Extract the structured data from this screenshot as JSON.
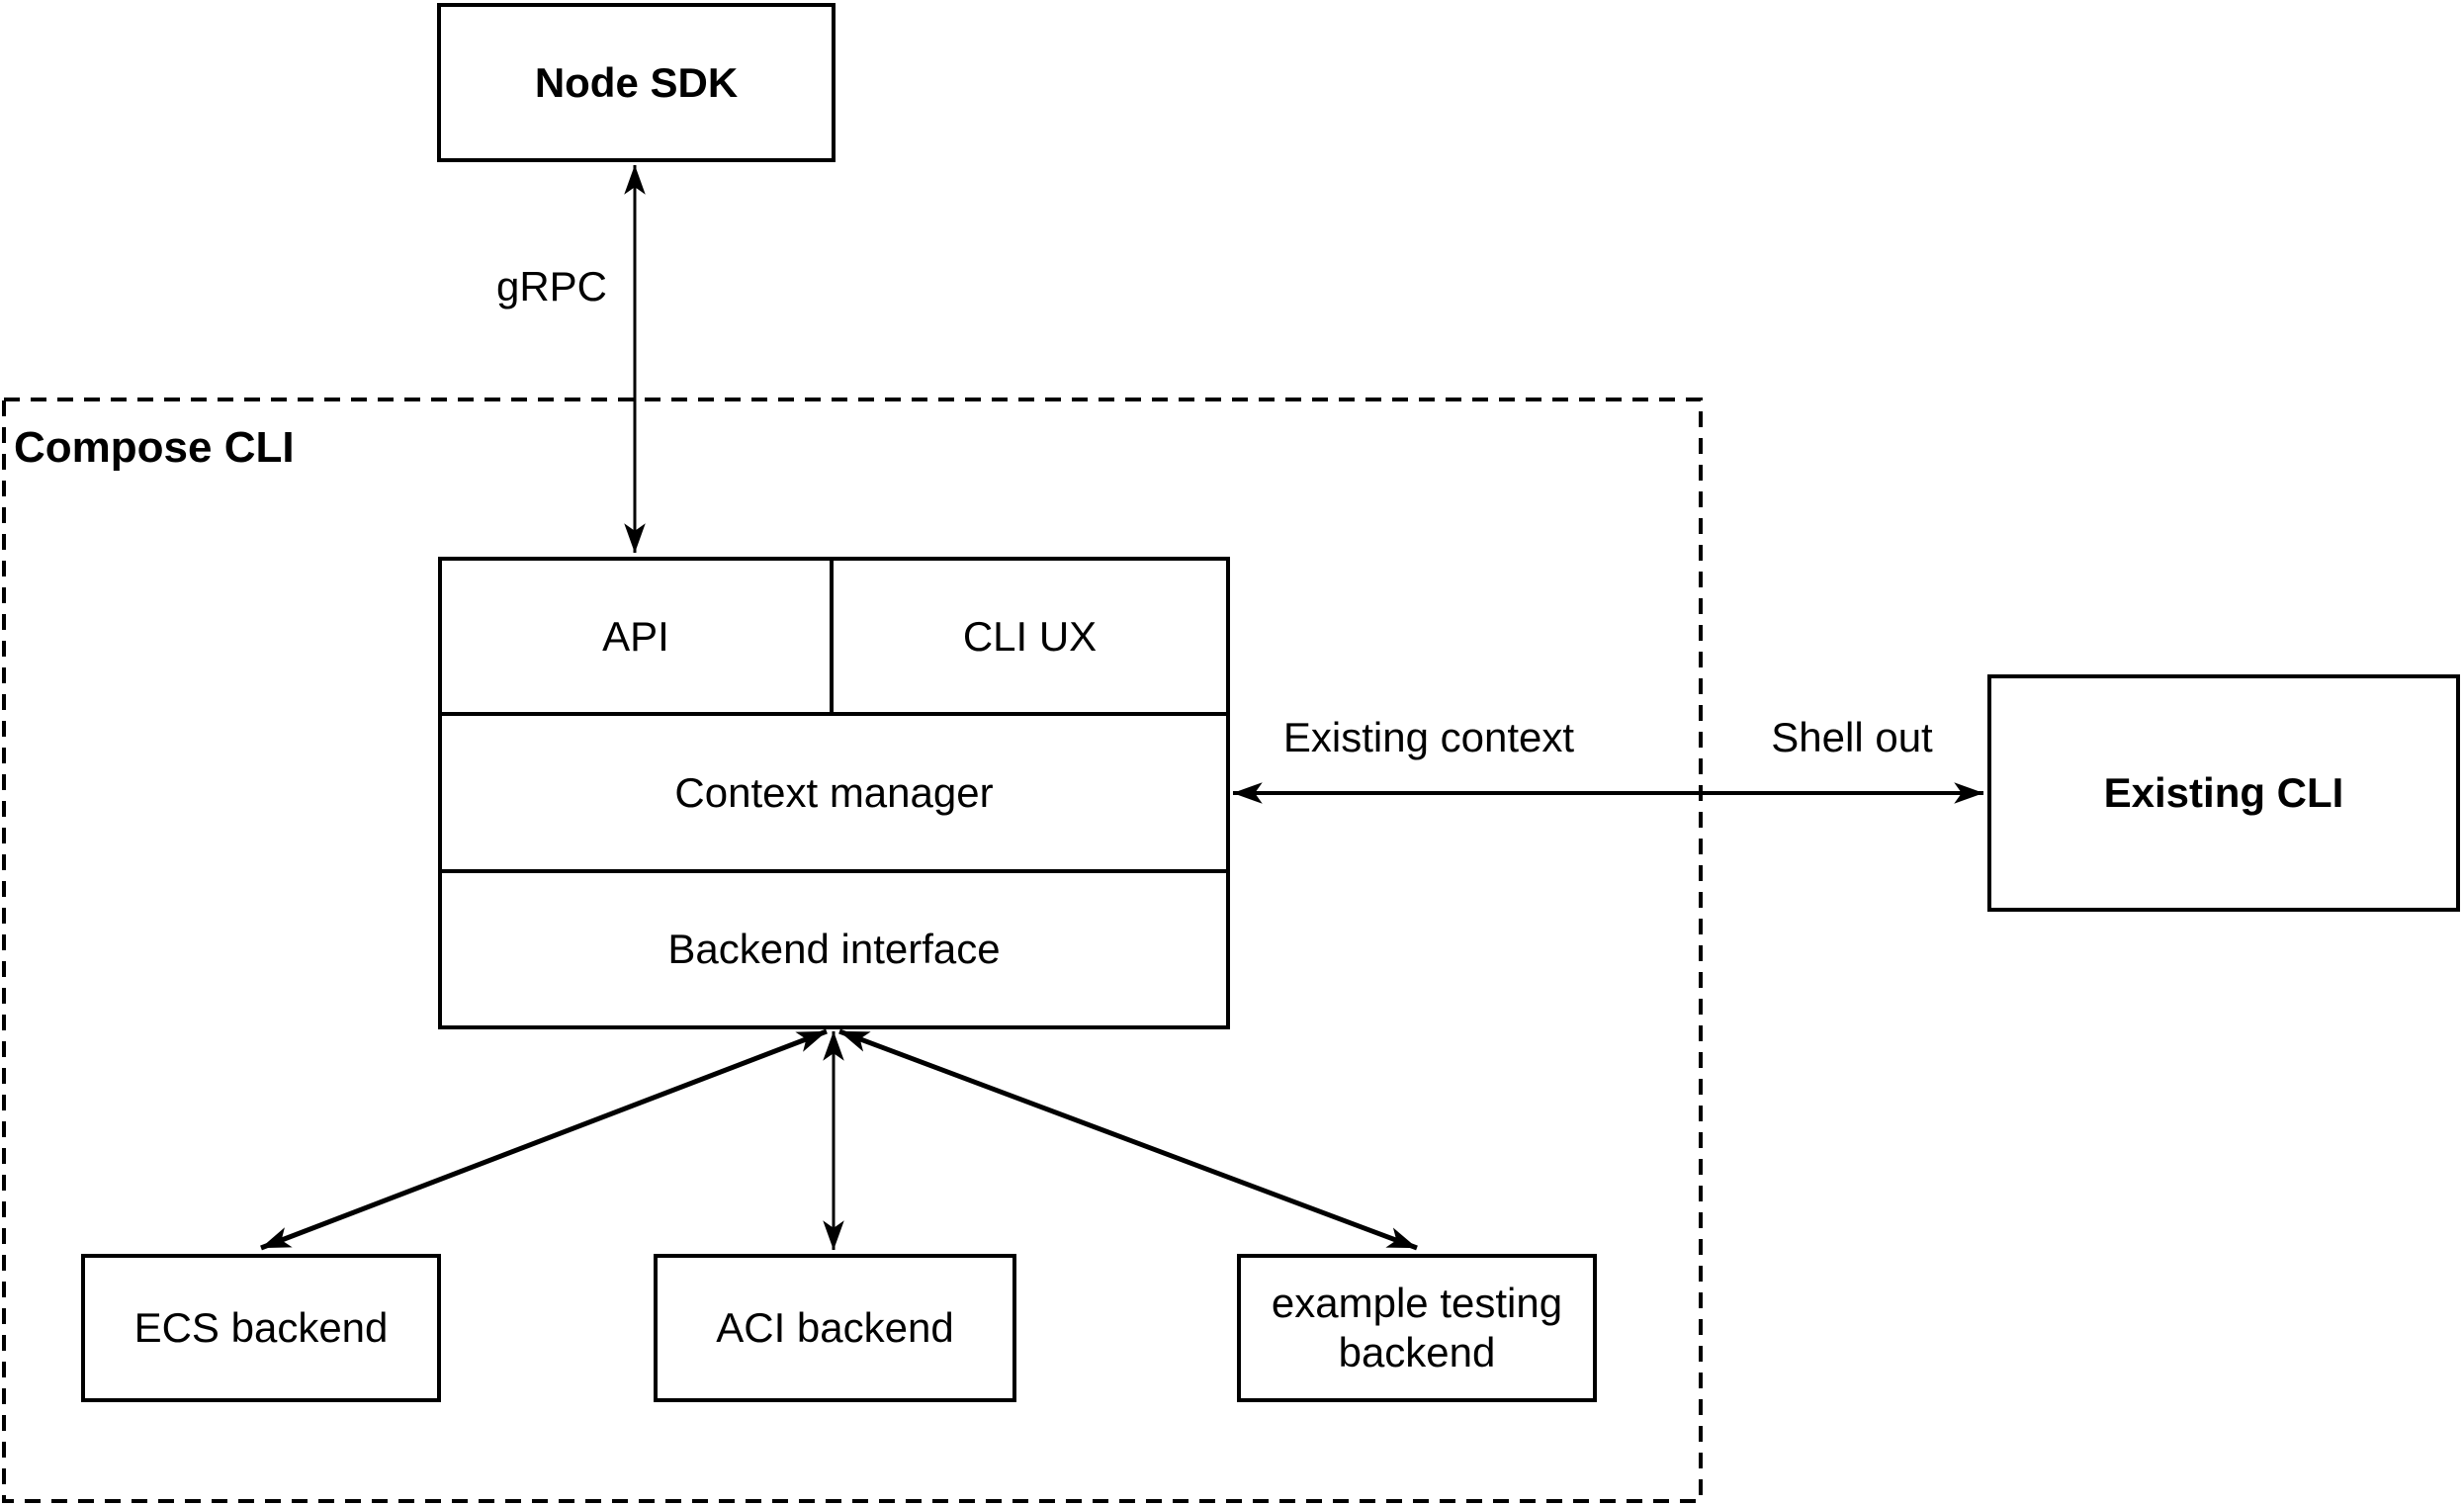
{
  "diagram": {
    "background_color": "#ffffff",
    "line_color": "#000000",
    "container": {
      "label": "Compose CLI"
    },
    "nodes": {
      "node_sdk": {
        "label": "Node SDK"
      },
      "api": {
        "label": "API"
      },
      "cli_ux": {
        "label": "CLI UX"
      },
      "context_manager": {
        "label": "Context manager"
      },
      "backend_interface": {
        "label": "Backend interface"
      },
      "existing_cli": {
        "label": "Existing CLI"
      },
      "ecs_backend": {
        "label": "ECS backend"
      },
      "aci_backend": {
        "label": "ACI backend"
      },
      "example_testing_backend": {
        "label": "example testing backend"
      }
    },
    "edge_labels": {
      "grpc": "gRPC",
      "existing_context": "Existing context",
      "shell_out": "Shell out"
    }
  }
}
